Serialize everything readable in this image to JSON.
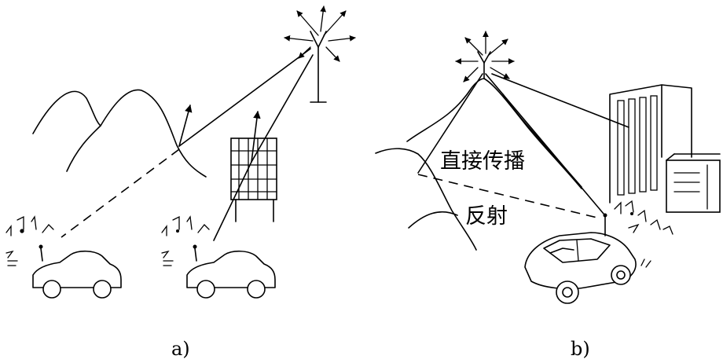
{
  "panels": {
    "a": {
      "label": "a)"
    },
    "b": {
      "label": "b)",
      "direct_label": "直接传播",
      "reflect_label": "反射"
    }
  }
}
